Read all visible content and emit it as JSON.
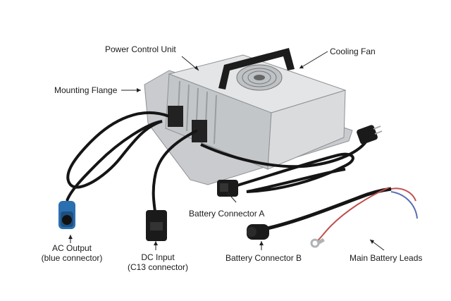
{
  "labels": {
    "power_control_unit": "Power Control Unit",
    "cooling_fan": "Cooling Fan",
    "mounting_flange": "Mounting Flange",
    "battery_connector_a": "Battery Connector A",
    "ac_output_line1": "AC Output",
    "ac_output_line2": "(blue connector)",
    "dc_input_line1": "DC Input",
    "dc_input_line2": "(C13 connector)",
    "battery_connector_b": "Battery Connector B",
    "main_battery_leads": "Main Battery Leads"
  },
  "colors": {
    "housing": "#d4d6d8",
    "housing_shade": "#b9bcbf",
    "cable": "#151515",
    "blue_connector": "#2a6fb0",
    "red_lead": "#c0504d",
    "blue_lead": "#5b6fb5"
  }
}
